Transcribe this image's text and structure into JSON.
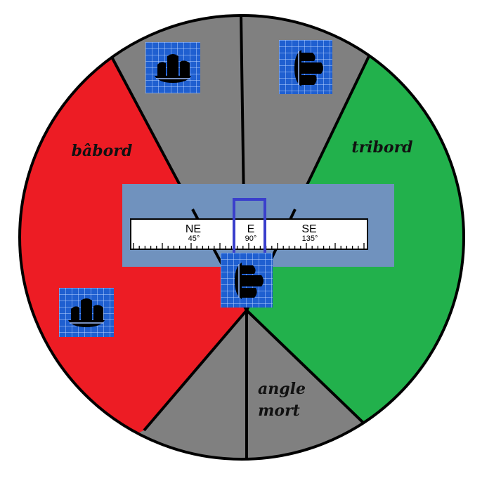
{
  "sectors": {
    "port_label": "bâbord",
    "starboard_label": "tribord",
    "blind_label_line1": "angle",
    "blind_label_line2": "mort"
  },
  "compass": {
    "marks": [
      {
        "dir": "NE",
        "deg": "45°"
      },
      {
        "dir": "E",
        "deg": "90°"
      },
      {
        "dir": "SE",
        "deg": "135°"
      }
    ]
  },
  "colors": {
    "port": "#ed1c24",
    "starboard": "#22b14c",
    "neutral": "#808080",
    "compass_panel": "#7092be",
    "ship_tile": "#1f5fd0",
    "heading_marker": "#3a3fcc"
  },
  "icons": {
    "ship": "sailing-junk-icon"
  }
}
